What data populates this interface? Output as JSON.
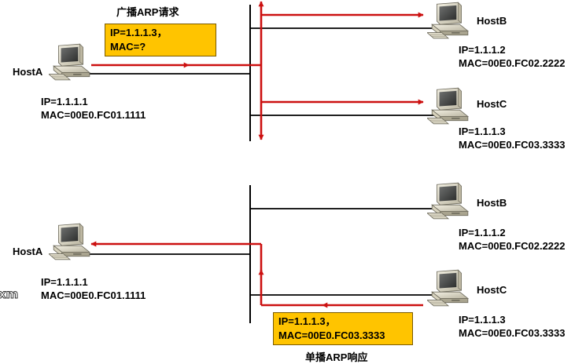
{
  "top": {
    "title": "广播ARP请求",
    "callout": {
      "line1": "IP=1.1.1.3，",
      "line2": "MAC=?"
    },
    "hostA": {
      "name": "HostA",
      "ip": "IP=1.1.1.1",
      "mac": "MAC=00E0.FC01.1111"
    },
    "hostB": {
      "name": "HostB",
      "ip": "IP=1.1.1.2",
      "mac": "MAC=00E0.FC02.2222"
    },
    "hostC": {
      "name": "HostC",
      "ip": "IP=1.1.1.3",
      "mac": "MAC=00E0.FC03.3333"
    }
  },
  "bottom": {
    "title": "单播ARP响应",
    "callout": {
      "line1": "IP=1.1.1.3，",
      "line2": "MAC=00E0.FC03.3333"
    },
    "hostA": {
      "name": "HostA",
      "ip": "IP=1.1.1.1",
      "mac": "MAC=00E0.FC01.1111"
    },
    "hostB": {
      "name": "HostB",
      "ip": "IP=1.1.1.2",
      "mac": "MAC=00E0.FC02.2222"
    },
    "hostC": {
      "name": "HostC",
      "ip": "IP=1.1.1.3",
      "mac": "MAC=00E0.FC03.3333"
    }
  },
  "watermark": "xm",
  "colors": {
    "arrow": "#cc1010",
    "wire": "#000000",
    "callout_bg": "#ffc400"
  }
}
